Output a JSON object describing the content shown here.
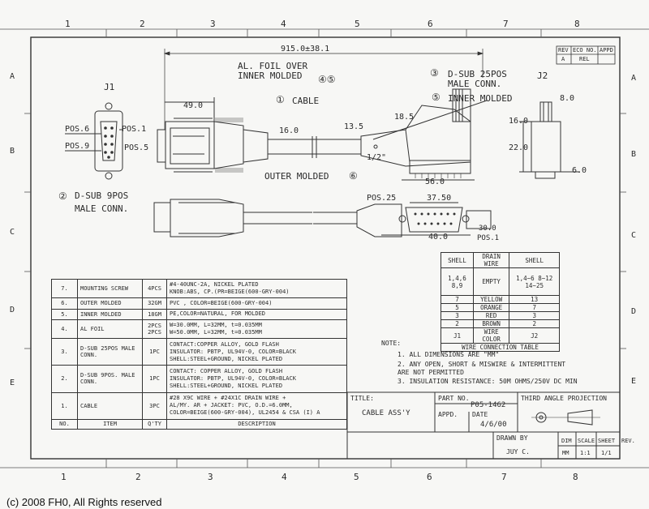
{
  "zone_labels": {
    "top": [
      "1",
      "2",
      "3",
      "4",
      "5",
      "6",
      "7",
      "8"
    ],
    "bottom": [
      "1",
      "2",
      "3",
      "4",
      "5",
      "6",
      "7",
      "8"
    ],
    "left": [
      "A",
      "B",
      "C",
      "D",
      "E"
    ],
    "right": [
      "A",
      "B",
      "C",
      "D",
      "E"
    ]
  },
  "revision_block": {
    "rev": "REV",
    "eco": "ECO NO.",
    "appd": "APPD",
    "rev_value": "A",
    "eco_value": "REL"
  },
  "labels": {
    "j1": "J1",
    "j2": "J2",
    "overall_length": "915.0±38.1",
    "al_foil": "AL. FOIL OVER",
    "inner_molded_top": "INNER MOLDED",
    "callout_45": "④⑤",
    "callout_1": "①",
    "cable": "CABLE",
    "callout_3": "③",
    "dsub25": "D-SUB 25POS",
    "male_conn": "MALE CONN.",
    "callout_5": "⑤",
    "inner_molded": "INNER MOLDED",
    "dim_8_0": "8.0",
    "dim_49_0": "49.0",
    "dim_16_0_a": "16.0",
    "dim_13_5": "13.5",
    "dim_18_5": "18.5",
    "dim_16_0_b": "16.0",
    "dim_22_0": "22.0",
    "dim_6_0": "6.0",
    "dim_half_inch": "1/2\"",
    "pos6": "POS.6",
    "pos1_j1": "POS.1",
    "pos9": "POS.9",
    "pos5": "POS.5",
    "outer_molded": "OUTER MOLDED",
    "callout_6": "⑥",
    "callout_2": "②",
    "dsub9": "D-SUB 9POS",
    "male_conn_j1": "MALE CONN.",
    "dim_56_0": "56.0",
    "pos25": "POS.25",
    "dim_37_50": "37.50",
    "dim_40_0": "40.0",
    "dim_30_0": "30.0",
    "pos1_j2": "POS.1"
  },
  "bom": {
    "rows": [
      {
        "no": "7.",
        "item": "MOUNTING SCREW",
        "qty": "4PCS",
        "desc": [
          "#4-40UNC-2A, NICKEL PLATED",
          "KNOB:ABS, CP.(PR=BEIGE(600-GRY-004)"
        ]
      },
      {
        "no": "6.",
        "item": "OUTER MOLDED",
        "qty": "32GM",
        "desc": [
          "PVC , COLOR=BEIGE(600-GRY-004)"
        ]
      },
      {
        "no": "5.",
        "item": "INNER MOLDED",
        "qty": "18GM",
        "desc": [
          "PE,COLOR=NATURAL, FOR MOLDED"
        ]
      },
      {
        "no": "4.",
        "item": "AL FOIL",
        "qty": "2PCS 2PCS",
        "desc": [
          "W=30.0MM, L=32MM, t=0.035MM",
          "W=50.0MM, L=32MM, t=0.035MM"
        ]
      },
      {
        "no": "3.",
        "item": "D-SUB 25POS MALE CONN.",
        "qty": "1PC",
        "desc": [
          "CONTACT:COPPER ALLOY, GOLD FLASH",
          "INSULATOR: PBTP,  UL94V-0, COLOR=BLACK",
          "SHELL:STEEL+GROUND, NICKEL PLATED"
        ]
      },
      {
        "no": "2.",
        "item": "D-SUB 9POS. MALE CONN.",
        "qty": "1PC",
        "desc": [
          "CONTACT: COPPER ALLOY, GOLD FLASH",
          "INSULATOR: PBTP,  UL94V-0, COLOR=BLACK",
          "SHELL:STEEL+GROUND,  NICKEL PLATED"
        ]
      },
      {
        "no": "1.",
        "item": "CABLE",
        "qty": "3PC",
        "desc": [
          "#28 X9C WIRE + #24X1C DRAIN WIRE +",
          "AL/MY. AR + JACKET: PVC, O.D.=6.0MM,",
          "COLOR=BEIGE(600-GRY-004), UL2454 & CSA (I) A"
        ]
      }
    ],
    "header": {
      "no": "NO.",
      "item": "ITEM",
      "qty": "Q'TY",
      "desc": "DESCRIPTION"
    }
  },
  "wire_table": {
    "header": [
      "SHELL",
      "DRAIN WIRE",
      "SHELL"
    ],
    "rows": [
      [
        "1,4,6 8,9",
        "EMPTY",
        "1,4~6 8~12 14~25"
      ],
      [
        "7",
        "YELLOW",
        "13"
      ],
      [
        "5",
        "ORANGE",
        "7"
      ],
      [
        "3",
        "RED",
        "3"
      ],
      [
        "2",
        "BROWN",
        "2"
      ],
      [
        "J1",
        "WIRE COLOR",
        "J2"
      ]
    ],
    "caption": "WIRE CONNECTION TABLE"
  },
  "notes": {
    "title": "NOTE:",
    "items": [
      "1. ALL DIMENSIONS ARE \"MM\"",
      "2. ANY OPEN, SHORT & MISWIRE & INTERMITTENT",
      "   ARE NOT PERMITTED",
      "3. INSULATION RESISTANCE: 50M OHMS/250V DC MIN"
    ]
  },
  "title_block": {
    "title_label": "TITLE:",
    "title": "CABLE ASS'Y",
    "part_no_label": "PART NO.",
    "part_no": "P05-1462",
    "appd_label": "APPD.",
    "date_label": "DATE",
    "date": "4/6/00",
    "projection": "THIRD ANGLE PROJECTION",
    "drawn_by_label": "DRAWN BY",
    "drawn_by": "JUY C.",
    "dim_label": "DIM",
    "dim": "MM",
    "scale_label": "SCALE",
    "scale": "1:1",
    "sheet_label": "SHEET",
    "sheet": "1/1",
    "rev_label": "REV."
  },
  "copyright": "(c) 2008 FH0, All Rights reserved"
}
